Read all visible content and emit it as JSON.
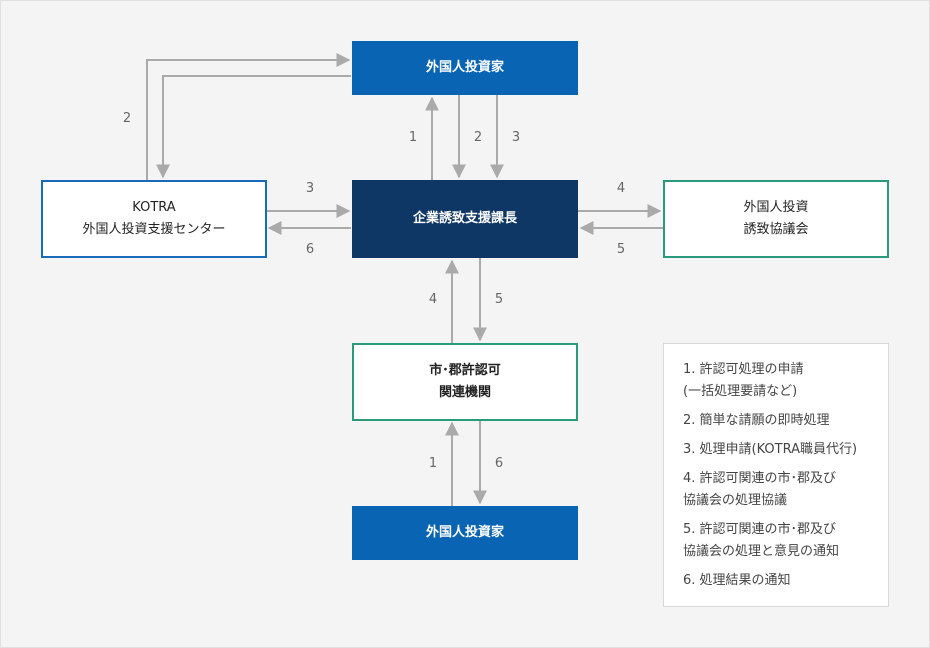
{
  "boxes": {
    "investor_top": [
      "外国人投資家"
    ],
    "kotra": [
      "KOTRA",
      "外国人投資支援センター"
    ],
    "center": [
      "企業誘致支援課長"
    ],
    "council": [
      "外国人投資",
      "誘致協議会"
    ],
    "city_agency": [
      "市･郡許認可",
      "関連機関"
    ],
    "investor_bottom": [
      "外国人投資家"
    ]
  },
  "edge_labels": {
    "kotra_top_2": "2",
    "center_to_top_1": "1",
    "top_to_center_2": "2",
    "top_to_center_3": "3",
    "kotra_center_3": "3",
    "center_kotra_6": "6",
    "center_council_4": "4",
    "council_center_5": "5",
    "agency_center_4": "4",
    "center_agency_5": "5",
    "bottom_agency_1": "1",
    "agency_bottom_6": "6"
  },
  "legend": [
    [
      "1. 許認可処理の申請",
      "(一括処理要請など)"
    ],
    [
      "2. 簡単な請願の即時処理"
    ],
    [
      "3. 処理申請(KOTRA職員代行)"
    ],
    [
      "4. 許認可関連の市･郡及び",
      "協議会の処理協議"
    ],
    [
      "5. 許認可関連の市･郡及び",
      "協議会の処理と意見の通知"
    ],
    [
      "6. 処理結果の通知"
    ]
  ],
  "colors": {
    "primary": "#0a64b4",
    "dark": "#0f3766",
    "outline_blue": "#1a6bb5",
    "outline_green": "#2a9a7a",
    "arrow": "#aaaaaa"
  }
}
